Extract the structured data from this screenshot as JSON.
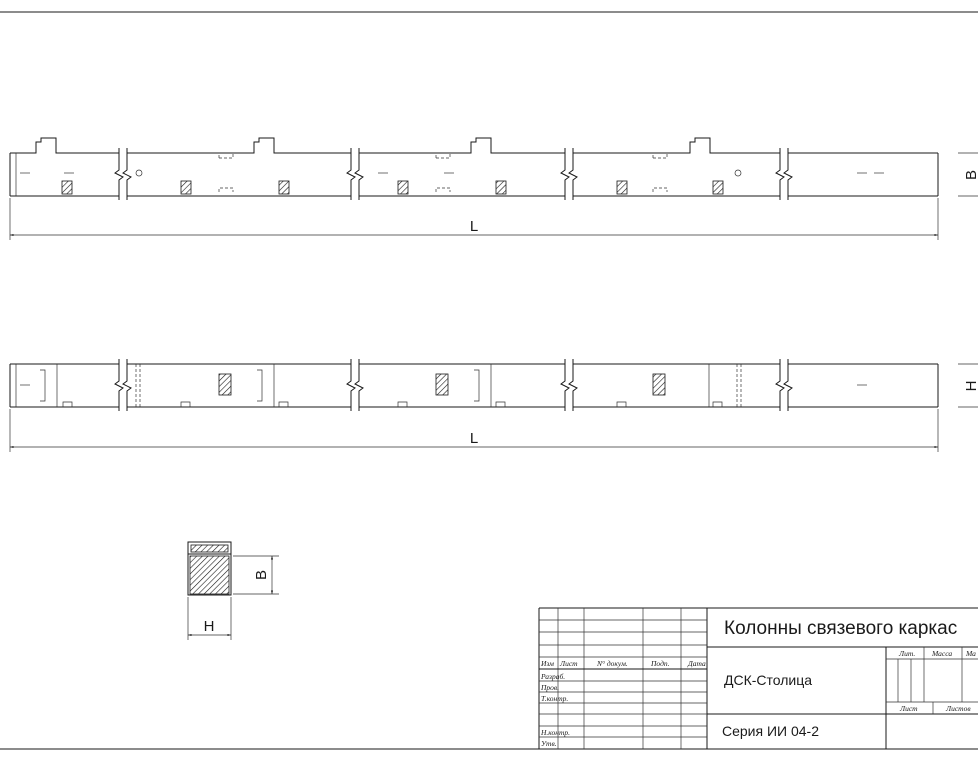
{
  "views": {
    "side_dim_label": "L",
    "side_height_label": "B",
    "top_dim_label": "L",
    "top_height_label": "H"
  },
  "section": {
    "width_label": "H",
    "height_label": "B"
  },
  "title_block": {
    "title": "Колонны связевого каркас",
    "organization": "ДСК-Столица",
    "series": "Серия ИИ 04-2",
    "columns": {
      "izm": "Изм",
      "list": "Лист",
      "doc": "N° докум.",
      "sign": "Подп.",
      "date": "Дата"
    },
    "rows": {
      "razrab": "Разраб.",
      "prov": "Пров.",
      "tkontr": "Т.контр.",
      "nkontr": "Н.контр.",
      "utv": "Утв."
    },
    "lit": "Лит.",
    "massa": "Масса",
    "masshtab": "Ма",
    "sheet": "Лист",
    "sheets": "Листов"
  }
}
